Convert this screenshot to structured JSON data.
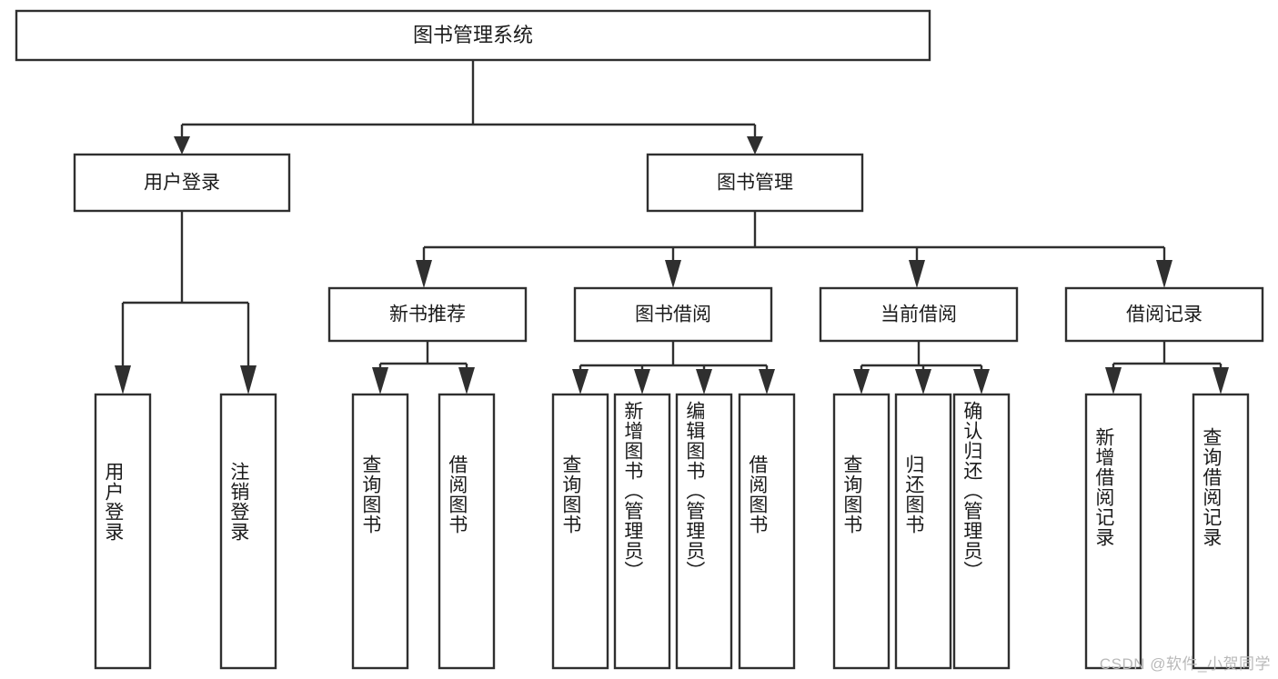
{
  "diagram": {
    "type": "tree",
    "title": "图书管理系统",
    "root": {
      "label": "图书管理系统",
      "orientation": "horizontal"
    },
    "level2": [
      {
        "label": "用户登录"
      },
      {
        "label": "图书管理"
      }
    ],
    "level3": [
      {
        "label": "新书推荐"
      },
      {
        "label": "图书借阅"
      },
      {
        "label": "当前借阅"
      },
      {
        "label": "借阅记录"
      }
    ],
    "leaves": [
      {
        "label": "用户登录",
        "parent": "用户登录"
      },
      {
        "label": "注销登录",
        "parent": "用户登录"
      },
      {
        "label": "查询图书",
        "parent": "新书推荐"
      },
      {
        "label": "借阅图书",
        "parent": "新书推荐"
      },
      {
        "label": "查询图书",
        "parent": "图书借阅"
      },
      {
        "label": "新增图书（管理员）",
        "parent": "图书借阅"
      },
      {
        "label": "编辑图书（管理员）",
        "parent": "图书借阅"
      },
      {
        "label": "借阅图书",
        "parent": "图书借阅"
      },
      {
        "label": "查询图书",
        "parent": "当前借阅"
      },
      {
        "label": "归还图书",
        "parent": "当前借阅"
      },
      {
        "label": "确认归还（管理员）",
        "parent": "当前借阅"
      },
      {
        "label": "新增借阅记录",
        "parent": "借阅记录"
      },
      {
        "label": "查询借阅记录",
        "parent": "借阅记录"
      }
    ]
  },
  "watermark": {
    "text": "CSDN @软件_小贺同学"
  },
  "colors": {
    "box_stroke": "#2f2f2f",
    "box_fill": "#ffffff",
    "text": "#1b1b1b",
    "watermark": "#b9b9b9",
    "background": "#ffffff"
  }
}
